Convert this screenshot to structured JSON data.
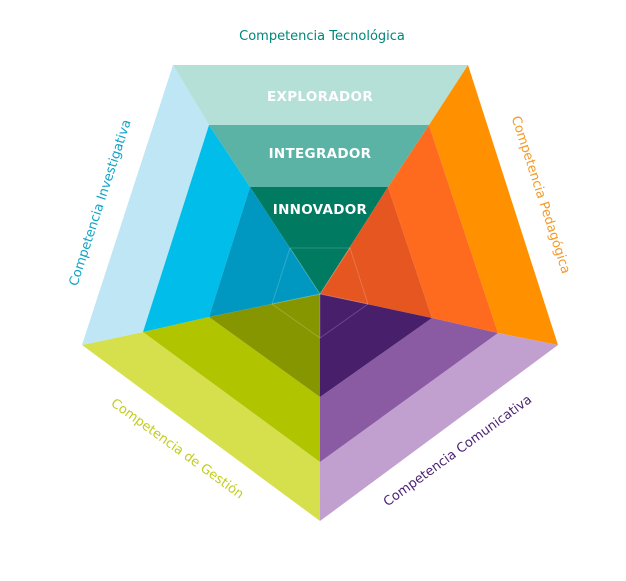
{
  "levels": [
    {
      "label": "EXPLORADOR"
    },
    {
      "label": "INTEGRADOR"
    },
    {
      "label": "INNOVADOR"
    }
  ],
  "competencies": {
    "tecnologica": {
      "label": "Competencia Tecnológica",
      "colors": [
        "#b4e0d7",
        "#5bb3a6",
        "#007a60"
      ],
      "text_color": "#00867a"
    },
    "pedagogica": {
      "label": "Competencia Pedagógica",
      "colors": [
        "#ff9000",
        "#ff6b1e",
        "#e55621"
      ],
      "text_color": "#f39a2a"
    },
    "comunicativa": {
      "label": "Competencia Comunicativa",
      "colors": [
        "#c1a0cf",
        "#8a5aa2",
        "#471f6b"
      ],
      "text_color": "#4b2272"
    },
    "gestion": {
      "label": "Competencia de Gestión",
      "colors": [
        "#d6e04c",
        "#b0c400",
        "#869600"
      ],
      "text_color": "#c2cd1a"
    },
    "investigativa": {
      "label": "Competencia Investigativa",
      "colors": [
        "#bee6f5",
        "#00bde9",
        "#0098c1"
      ],
      "text_color": "#10a3c6"
    }
  }
}
